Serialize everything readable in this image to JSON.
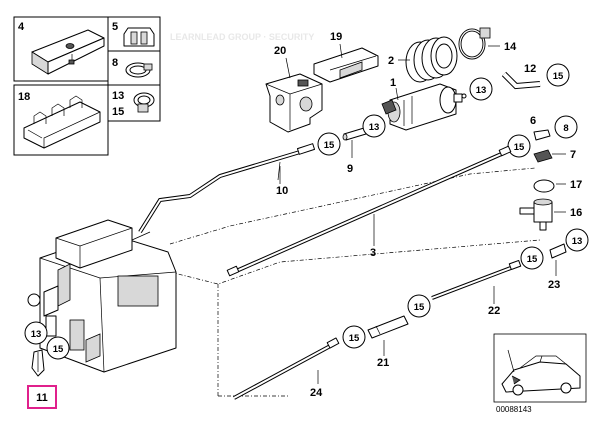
{
  "callouts": {
    "c1": "1",
    "c2": "2",
    "c3": "3",
    "c4": "4",
    "c5": "5",
    "c6": "6",
    "c7": "7",
    "c8": "8",
    "c9": "9",
    "c10": "10",
    "c11": "11",
    "c12": "12",
    "c13": "13",
    "c14": "14",
    "c15": "15",
    "c16": "16",
    "c17": "17",
    "c18": "18",
    "c19": "19",
    "c20": "20",
    "c21": "21",
    "c22": "22",
    "c23": "23",
    "c24": "24"
  },
  "inset": {
    "code": "00088143"
  },
  "highlight_color": "#e0208c"
}
